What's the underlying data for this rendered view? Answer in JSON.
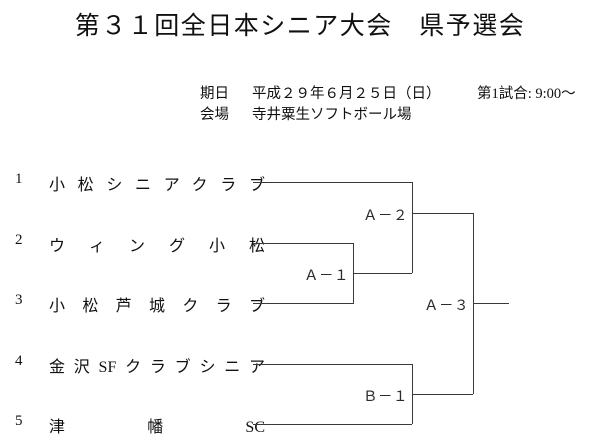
{
  "title": "第３１回全日本シニア大会　県予選会",
  "info": {
    "date_label": "期日",
    "date_value": "平成２９年６月２５日（日）",
    "venue_label": "会場",
    "venue_value": "寺井粟生ソフトボール場",
    "first_game": "第1試合: 9:00〜"
  },
  "teams": [
    {
      "seed": "1",
      "name": "小松シニアクラブ"
    },
    {
      "seed": "2",
      "name": "ウィング小松"
    },
    {
      "seed": "3",
      "name": "小松芦城クラブ"
    },
    {
      "seed": "4",
      "name": "金沢SFクラブシニア"
    },
    {
      "seed": "5",
      "name": "津幡SC"
    }
  ],
  "matches": [
    {
      "id": "A-1",
      "label": "Ａ－１"
    },
    {
      "id": "A-2",
      "label": "Ａ－２"
    },
    {
      "id": "A-3",
      "label": "Ａ－３"
    },
    {
      "id": "B-1",
      "label": "Ｂ－１"
    }
  ],
  "colors": {
    "line": "#3a3a3a",
    "text": "#111111",
    "background": "#ffffff"
  }
}
